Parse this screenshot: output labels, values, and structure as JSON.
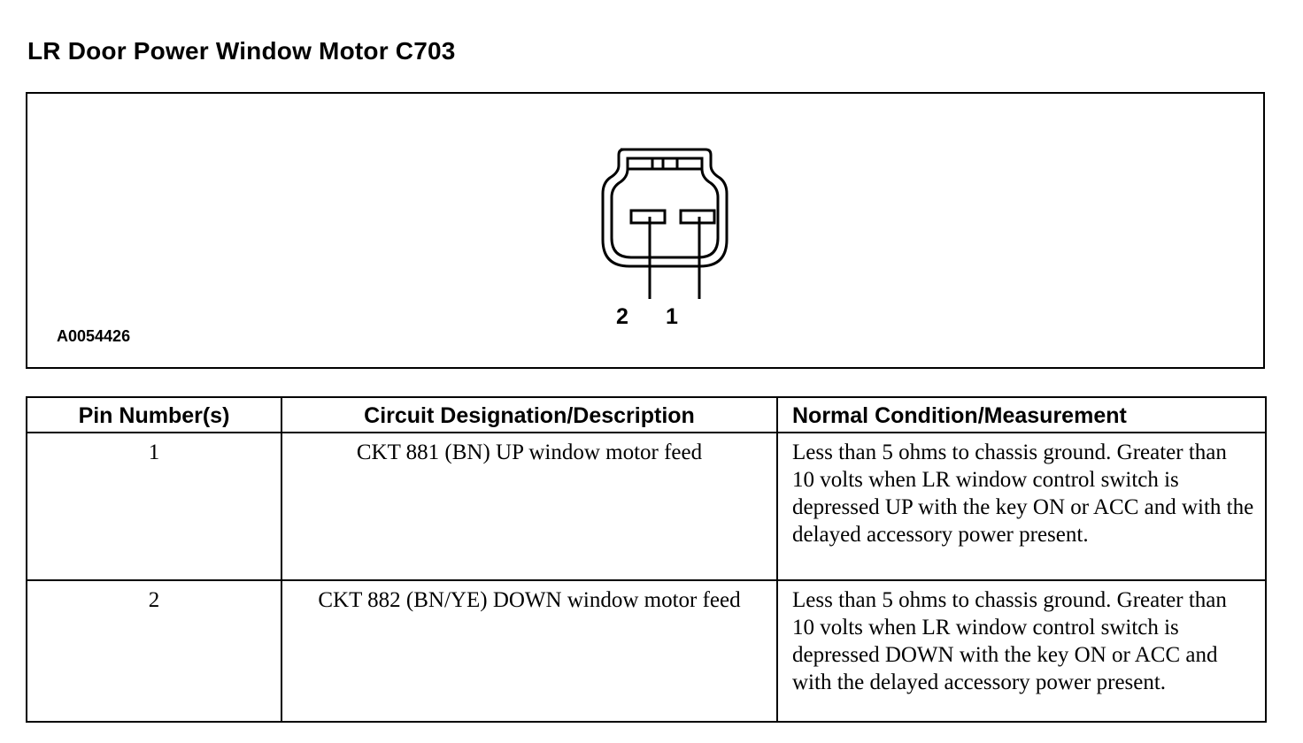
{
  "title": "LR Door Power Window Motor C703",
  "figure": {
    "id_label": "A0054426",
    "pin_labels": [
      "2",
      "1"
    ],
    "icon": "two-pin-connector-face"
  },
  "table": {
    "headers": [
      "Pin Number(s)",
      "Circuit Designation/Description",
      "Normal Condition/Measurement"
    ],
    "rows": [
      {
        "pin": "1",
        "circuit": "CKT 881 (BN) UP window motor feed",
        "condition": "Less than 5 ohms to chassis ground. Greater than 10 volts when LR window control switch is depressed UP with the key ON or ACC and with the delayed accessory power present."
      },
      {
        "pin": "2",
        "circuit": "CKT 882 (BN/YE) DOWN window motor feed",
        "condition": "Less than 5 ohms to chassis ground. Greater than 10 volts when LR window control switch is depressed DOWN with the key ON or ACC and with the delayed accessory power present."
      }
    ]
  }
}
